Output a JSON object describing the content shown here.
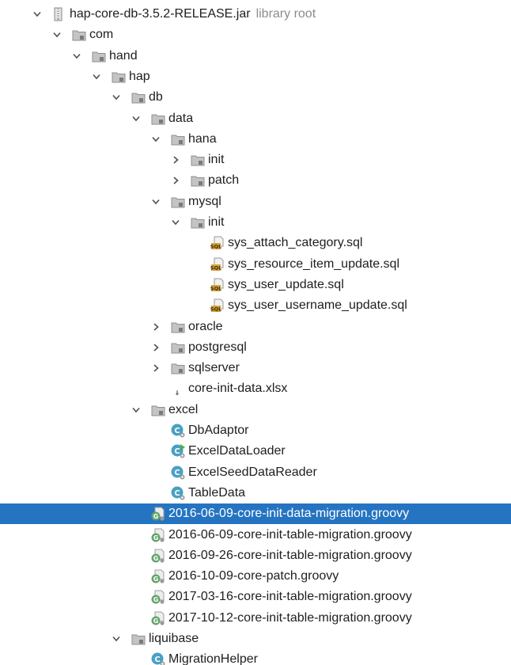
{
  "tree": {
    "nodes": [
      {
        "label": "hap-core-db-3.5.2-RELEASE.jar",
        "suffix": "library root",
        "icon": "jar-icon",
        "expand": "open",
        "depth": 0
      },
      {
        "label": "com",
        "icon": "package-icon",
        "expand": "open",
        "depth": 1
      },
      {
        "label": "hand",
        "icon": "package-icon",
        "expand": "open",
        "depth": 2
      },
      {
        "label": "hap",
        "icon": "package-icon",
        "expand": "open",
        "depth": 3
      },
      {
        "label": "db",
        "icon": "package-icon",
        "expand": "open",
        "depth": 4
      },
      {
        "label": "data",
        "icon": "package-icon",
        "expand": "open",
        "depth": 5
      },
      {
        "label": "hana",
        "icon": "package-icon",
        "expand": "open",
        "depth": 6
      },
      {
        "label": "init",
        "icon": "package-icon",
        "expand": "closed",
        "depth": 7
      },
      {
        "label": "patch",
        "icon": "package-icon",
        "expand": "closed",
        "depth": 7
      },
      {
        "label": "mysql",
        "icon": "package-icon",
        "expand": "open",
        "depth": 6
      },
      {
        "label": "init",
        "icon": "package-icon",
        "expand": "open",
        "depth": 7
      },
      {
        "label": "sys_attach_category.sql",
        "icon": "sql-file-icon",
        "expand": "none",
        "depth": 8
      },
      {
        "label": "sys_resource_item_update.sql",
        "icon": "sql-file-icon",
        "expand": "none",
        "depth": 8
      },
      {
        "label": "sys_user_update.sql",
        "icon": "sql-file-icon",
        "expand": "none",
        "depth": 8
      },
      {
        "label": "sys_user_username_update.sql",
        "icon": "sql-file-icon",
        "expand": "none",
        "depth": 8
      },
      {
        "label": "oracle",
        "icon": "package-icon",
        "expand": "closed",
        "depth": 6
      },
      {
        "label": "postgresql",
        "icon": "package-icon",
        "expand": "closed",
        "depth": 6
      },
      {
        "label": "sqlserver",
        "icon": "package-icon",
        "expand": "closed",
        "depth": 6
      },
      {
        "label": "core-init-data.xlsx",
        "icon": "generic-file-icon",
        "expand": "none",
        "depth": 6
      },
      {
        "label": "excel",
        "icon": "package-icon",
        "expand": "open",
        "depth": 5
      },
      {
        "label": "DbAdaptor",
        "icon": "class-icon",
        "expand": "none",
        "depth": 6
      },
      {
        "label": "ExcelDataLoader",
        "icon": "runnable-class-icon",
        "expand": "none",
        "depth": 6
      },
      {
        "label": "ExcelSeedDataReader",
        "icon": "class-icon",
        "expand": "none",
        "depth": 6
      },
      {
        "label": "TableData",
        "icon": "class-icon",
        "expand": "none",
        "depth": 6
      },
      {
        "label": "2016-06-09-core-init-data-migration.groovy",
        "icon": "groovy-file-icon",
        "expand": "none",
        "depth": 5,
        "selected": true
      },
      {
        "label": "2016-06-09-core-init-table-migration.groovy",
        "icon": "groovy-file-icon",
        "expand": "none",
        "depth": 5
      },
      {
        "label": "2016-09-26-core-init-table-migration.groovy",
        "icon": "groovy-file-icon",
        "expand": "none",
        "depth": 5
      },
      {
        "label": "2016-10-09-core-patch.groovy",
        "icon": "groovy-file-icon",
        "expand": "none",
        "depth": 5
      },
      {
        "label": "2017-03-16-core-init-table-migration.groovy",
        "icon": "groovy-file-icon",
        "expand": "none",
        "depth": 5
      },
      {
        "label": "2017-10-12-core-init-table-migration.groovy",
        "icon": "groovy-file-icon",
        "expand": "none",
        "depth": 5
      },
      {
        "label": "liquibase",
        "icon": "package-icon",
        "expand": "open",
        "depth": 4
      },
      {
        "label": "MigrationHelper",
        "icon": "class-icon",
        "expand": "none",
        "depth": 5
      }
    ]
  },
  "colors": {
    "selection": "#2574c2",
    "text": "#1e1e1e",
    "suffix": "#8c8c8c",
    "class_icon": "#4aa0c4",
    "sql_icon": "#d8a33b",
    "run_marker": "#4caf50",
    "groovy_icon": "#62a46b"
  }
}
